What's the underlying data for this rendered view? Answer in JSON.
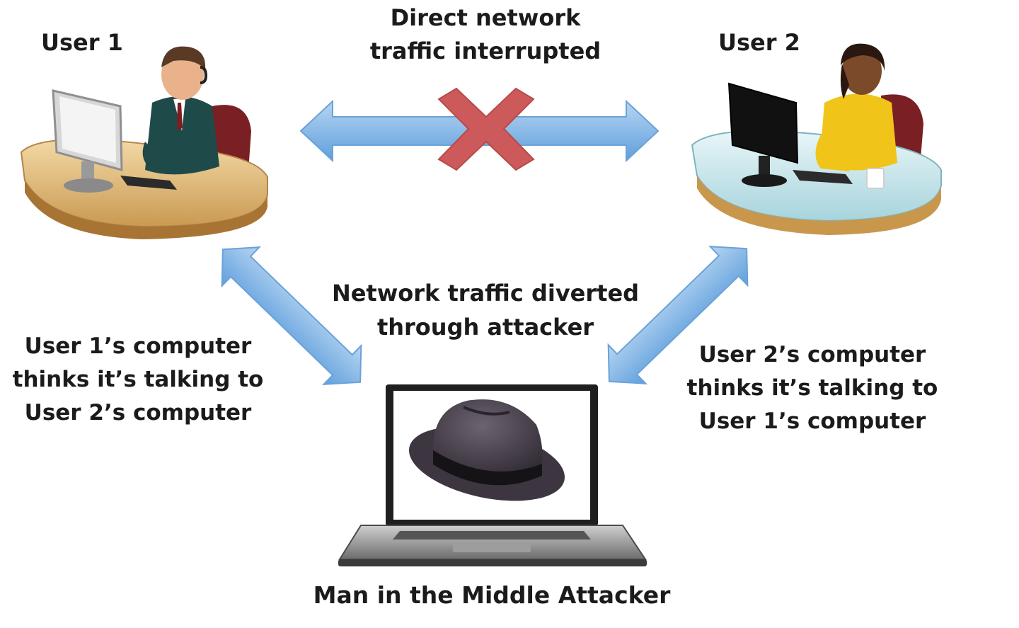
{
  "users": {
    "user1_label": "User 1",
    "user2_label": "User 2"
  },
  "direct_link": {
    "line1": "Direct network",
    "line2": "traffic interrupted",
    "status_icon": "x-cross-icon",
    "arrow_color": "#7fb3e3",
    "cross_color": "#cc5a5a"
  },
  "diverted": {
    "line1": "Network traffic diverted",
    "line2": "through attacker"
  },
  "user1_note": {
    "line1": "User 1’s computer",
    "line2": "thinks it’s talking to",
    "line3": "User 2’s computer"
  },
  "user2_note": {
    "line1": "User 2’s computer",
    "line2": "thinks it’s talking to",
    "line3": "User 1’s computer"
  },
  "attacker": {
    "label": "Man in the Middle Attacker",
    "icon": "fedora-hat-icon"
  }
}
